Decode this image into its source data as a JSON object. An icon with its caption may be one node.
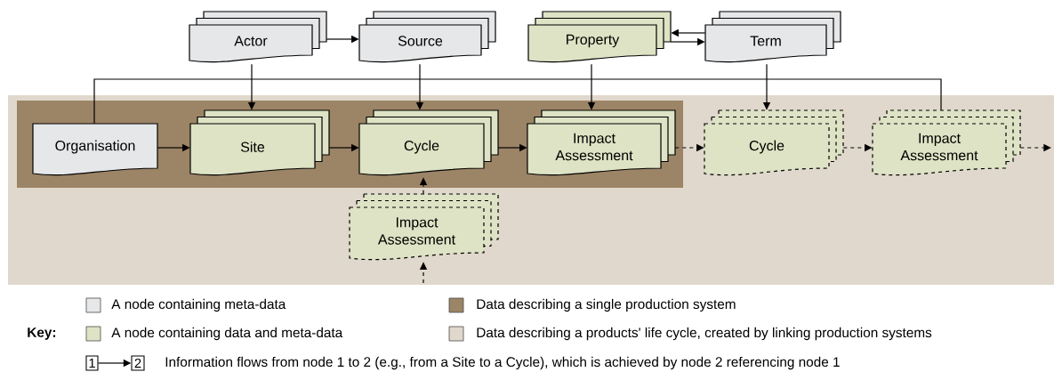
{
  "diagram": {
    "nodes": [
      {
        "text": [],
        "shape": "box"
      },
      {
        "text": [],
        "shape": "box",
        "in": 0
      },
      {
        "text": [
          "Actor"
        ]
      },
      {
        "text": [
          "Source"
        ]
      },
      {
        "text": [
          "Property"
        ]
      },
      {
        "text": [
          "Term"
        ]
      },
      {
        "text": [
          "Organisation"
        ],
        "in": 1
      },
      {
        "text": [
          "Site"
        ],
        "in": 1
      },
      {
        "text": [
          "Cycle"
        ],
        "in": 1
      },
      {
        "text": [
          "Impact Assessment"
        ],
        "in": 1
      },
      {
        "text": [
          "Cycle"
        ],
        "in": 0
      },
      {
        "text": [
          "Impact Assessment"
        ],
        "in": 0
      },
      {
        "text": [
          "Impact Assessment"
        ],
        "in": 0
      },
      {
        "text": [
          "1"
        ]
      },
      {
        "text": [
          "2"
        ]
      }
    ],
    "edges": [
      {
        "from": 2,
        "to": 3,
        "arrow": "to"
      },
      {
        "from": 5,
        "to": 4,
        "arrow": "to"
      },
      {
        "from": 4,
        "to": 5,
        "arrow": "to"
      },
      {
        "from": 2,
        "to": 7,
        "arrow": "to"
      },
      {
        "from": 3,
        "to": 8,
        "arrow": "to"
      },
      {
        "from": 4,
        "to": 9,
        "arrow": "to"
      },
      {
        "from": 5,
        "to": 10,
        "arrow": "to"
      },
      {
        "from": 6,
        "to": 11,
        "arrow": "none"
      },
      {
        "from": 6,
        "to": 7,
        "arrow": "to"
      },
      {
        "from": 7,
        "to": 8,
        "arrow": "to"
      },
      {
        "from": 8,
        "to": 9,
        "arrow": "to"
      },
      {
        "from": 9,
        "to": 10,
        "arrow": "to",
        "style": "dashed"
      },
      {
        "from": 10,
        "to": 11,
        "arrow": "to",
        "style": "dashed"
      },
      {
        "from": 11,
        "to": null,
        "arrow": "to",
        "style": "dashed"
      },
      {
        "from": 12,
        "to": 8,
        "arrow": "to",
        "style": "dashed"
      },
      {
        "from": null,
        "to": 12,
        "arrow": "to",
        "style": "dashed"
      },
      {
        "from": 13,
        "to": 14,
        "arrow": "to"
      }
    ],
    "labels": [
      "Key:",
      "Information flows from node 1 to 2 (e.g., from a Site to a Cycle), which is achieved by node 2 referencing node 1"
    ],
    "legend": [
      {
        "text": "A node containing meta-data",
        "color": "#e6e7e9"
      },
      {
        "text": "Data describing a single production system",
        "color": "#9c8466"
      },
      {
        "text": "A node containing data and meta-data",
        "color": "#dde3c4"
      },
      {
        "text": "Data describing a products' life cycle, created by linking production systems",
        "color": "#e0d8cc"
      }
    ]
  }
}
